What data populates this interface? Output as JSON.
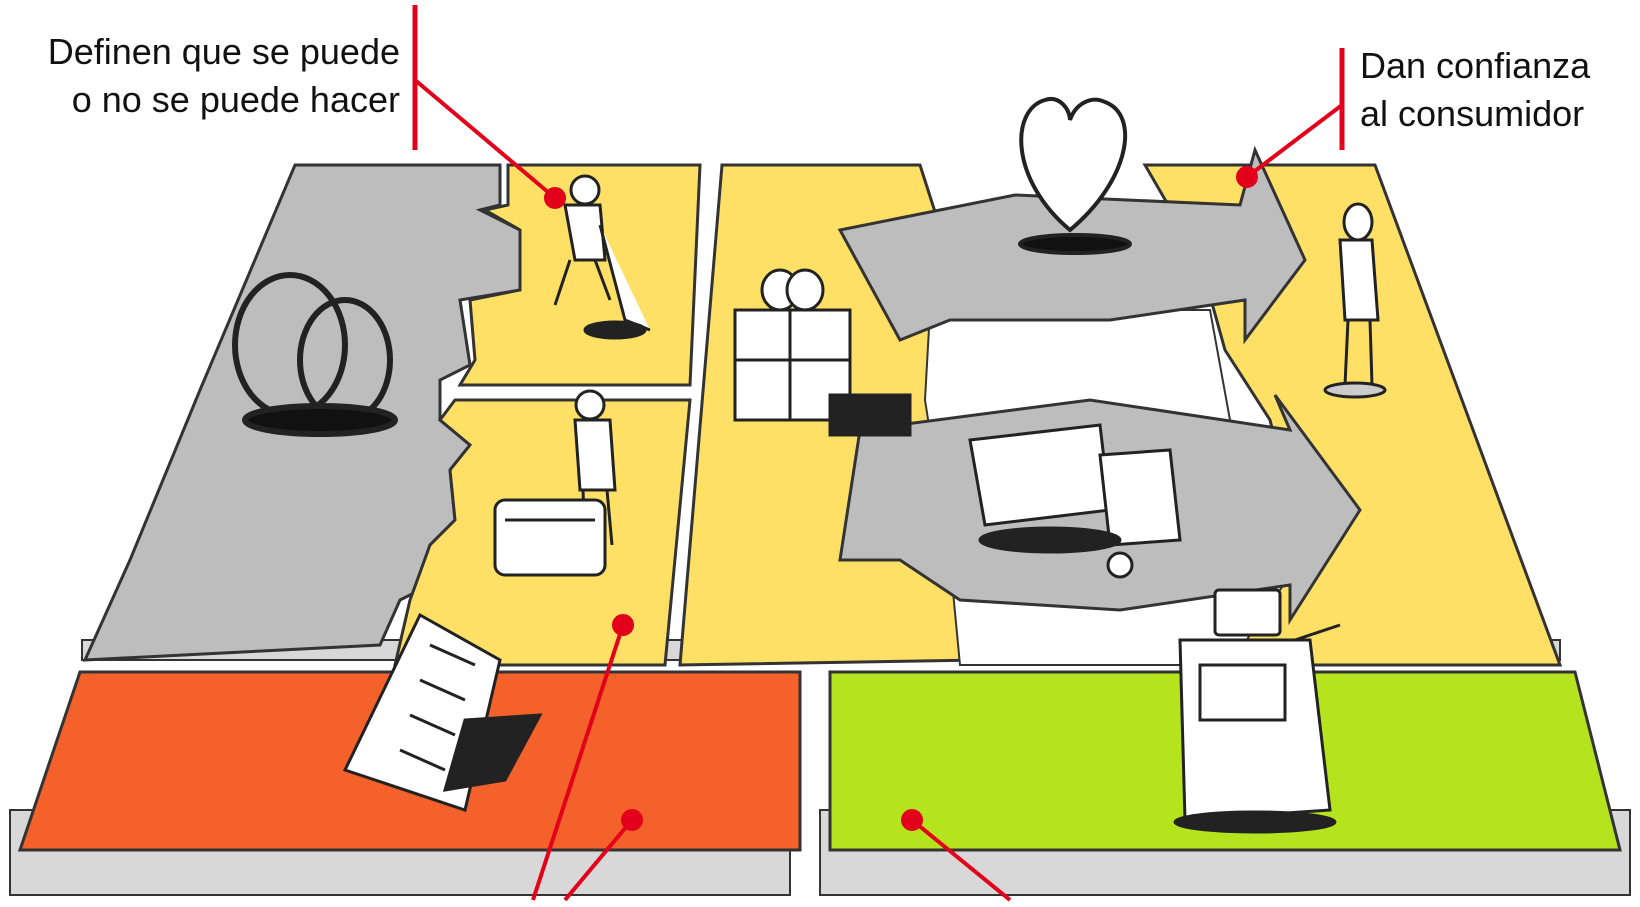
{
  "annotations": {
    "top_left": {
      "line1": "Definen que se puede",
      "line2": "o no se puede hacer"
    },
    "top_right": {
      "line1": "Dan confianza",
      "line2": "al consumidor"
    }
  },
  "colors": {
    "gray_block": "#bdbdbd",
    "yellow_block": "#ffe066",
    "orange_block": "#f4612b",
    "green_block": "#b5e41e",
    "pointer": "#e3001b",
    "base": "#d8d8d8",
    "outline": "#333333"
  },
  "icons": [
    "rings-icon",
    "digger-person-icon",
    "person-with-box-icon",
    "gift-box-icon",
    "heart-icon",
    "standing-person-icon",
    "truck-icon",
    "document-icon",
    "cash-register-icon"
  ]
}
